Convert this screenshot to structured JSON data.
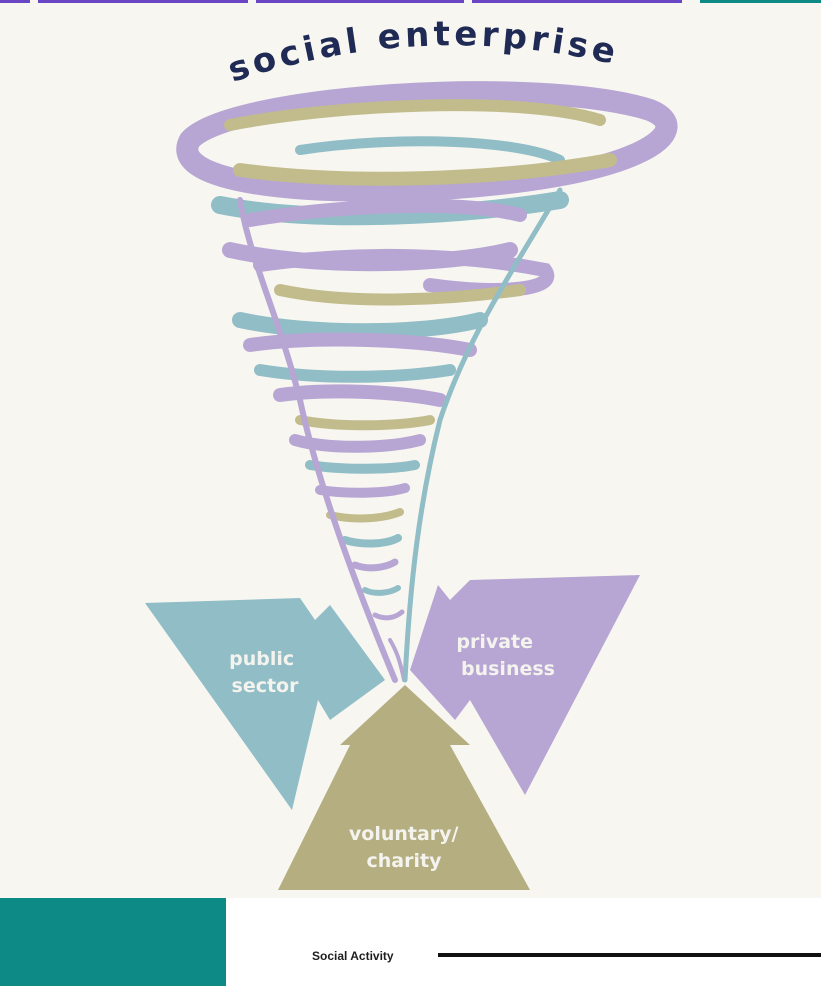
{
  "diagram": {
    "title": "social enterprise",
    "arrows": [
      {
        "id": "public",
        "lines": [
          "public",
          "sector"
        ],
        "color": "#90bdc6"
      },
      {
        "id": "private",
        "lines": [
          "private",
          "business"
        ],
        "color": "#b7a5d3"
      },
      {
        "id": "voluntary",
        "lines": [
          "voluntary/",
          "charity"
        ],
        "color": "#b4ae80"
      }
    ],
    "swirl_colors": {
      "lavender": "#b7a5d3",
      "teal": "#90bdc6",
      "olive": "#c2bc8c"
    }
  },
  "footer": {
    "caption": "Social Activity",
    "accent_color": "#0e8a86"
  }
}
